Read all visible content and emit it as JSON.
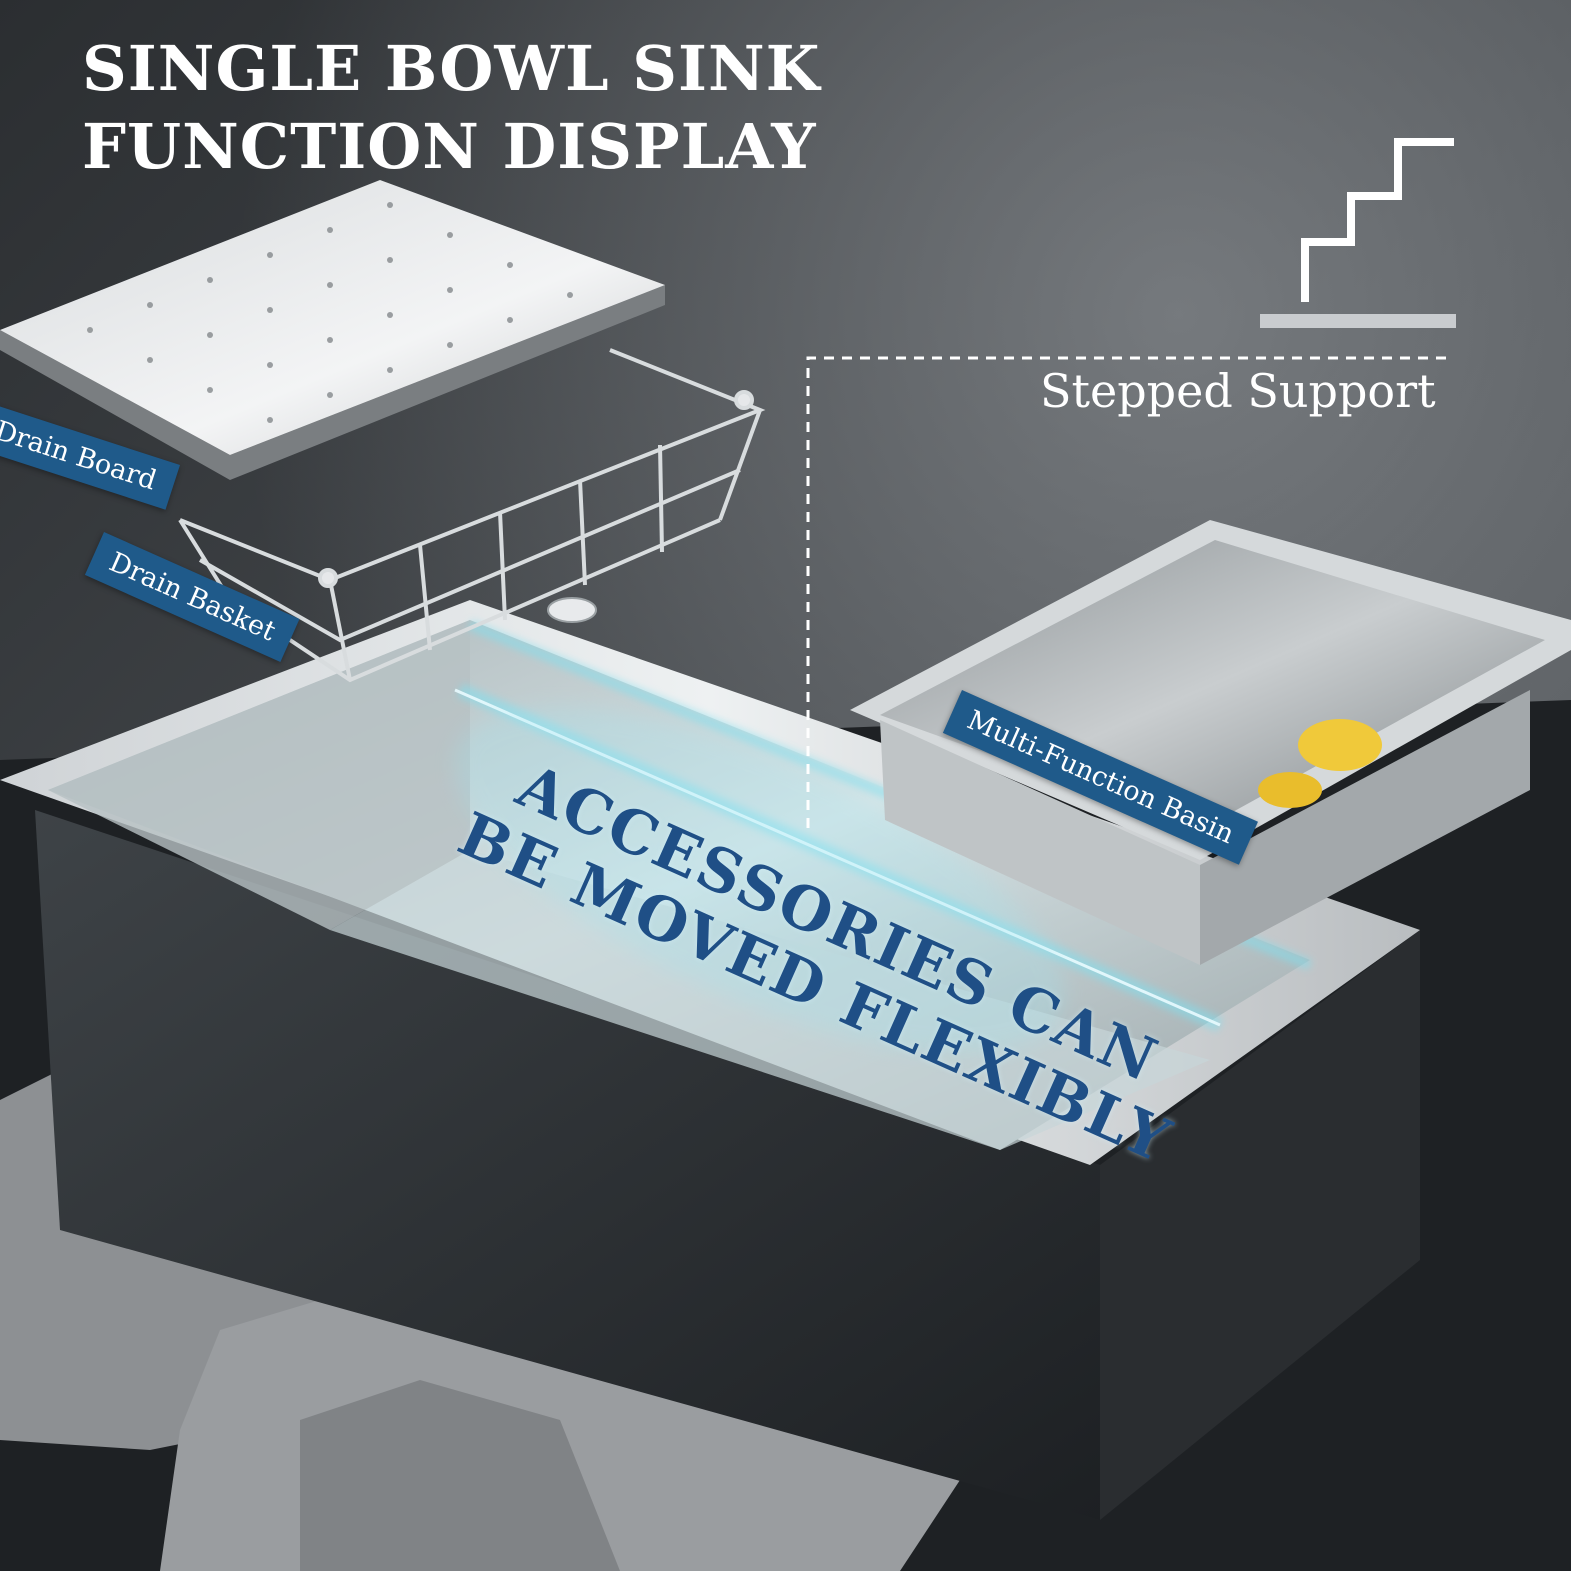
{
  "headline": {
    "line1": "SINGLE BOWL SINK",
    "line2": "FUNCTION DISPLAY"
  },
  "labels": {
    "stepped_support": "Stepped Support",
    "drain_board": "Drain Board",
    "drain_basket": "Drain Basket",
    "multi_function_basin": "Multi-Function Basin"
  },
  "slogan": {
    "line1": "ACCESSORIES CAN",
    "line2": "BE MOVED FLEXIBLY"
  },
  "icons": [
    "stairs-icon"
  ],
  "colors": {
    "label_background": "#1f5a8a",
    "slogan_text": "#1f4f86",
    "headline_text": "#ffffff",
    "glow": "#7fe0f0"
  }
}
